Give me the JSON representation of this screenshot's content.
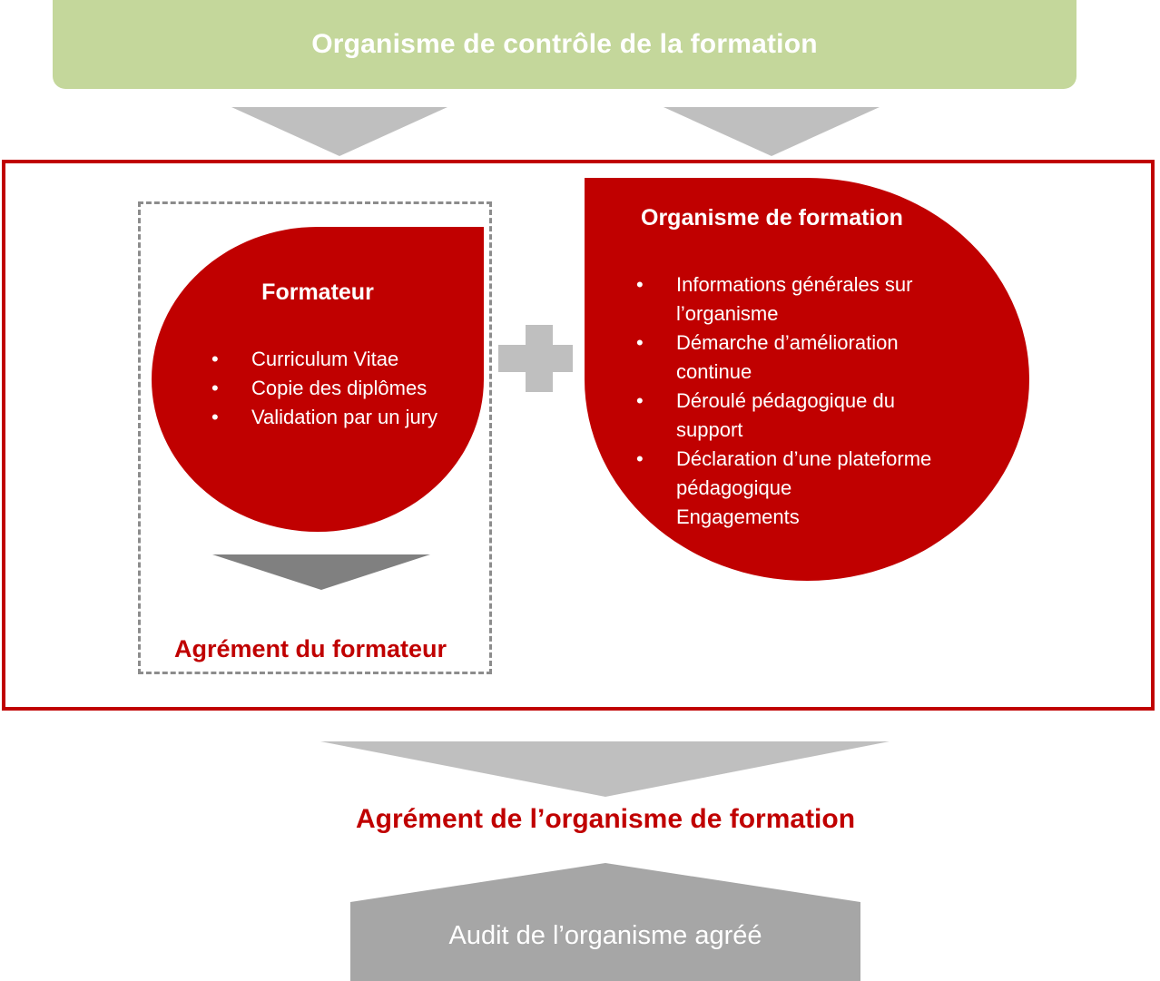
{
  "top_banner": {
    "label": "Organisme de contrôle de la formation"
  },
  "formateur": {
    "title": "Formateur",
    "items": [
      "Curriculum Vitae",
      "Copie des diplômes",
      "Validation par un jury"
    ]
  },
  "organisme": {
    "title": "Organisme de formation",
    "items": [
      "Informations générales sur l’organisme",
      "Démarche d’amélioration continue",
      "Déroulé pédagogique du support",
      "Déclaration d’une plateforme pédagogique",
      "Engagements"
    ]
  },
  "agrement_formateur": "Agrément du formateur",
  "agrement_organisme": "Agrément de l’organisme de formation",
  "audit": "Audit de l’organisme agréé",
  "colors": {
    "accent_red": "#c00000",
    "banner_green": "#c4d79b",
    "arrow_gray": "#bfbfbf",
    "arrow_dark_gray": "#808080",
    "audit_gray": "#a6a6a6"
  }
}
